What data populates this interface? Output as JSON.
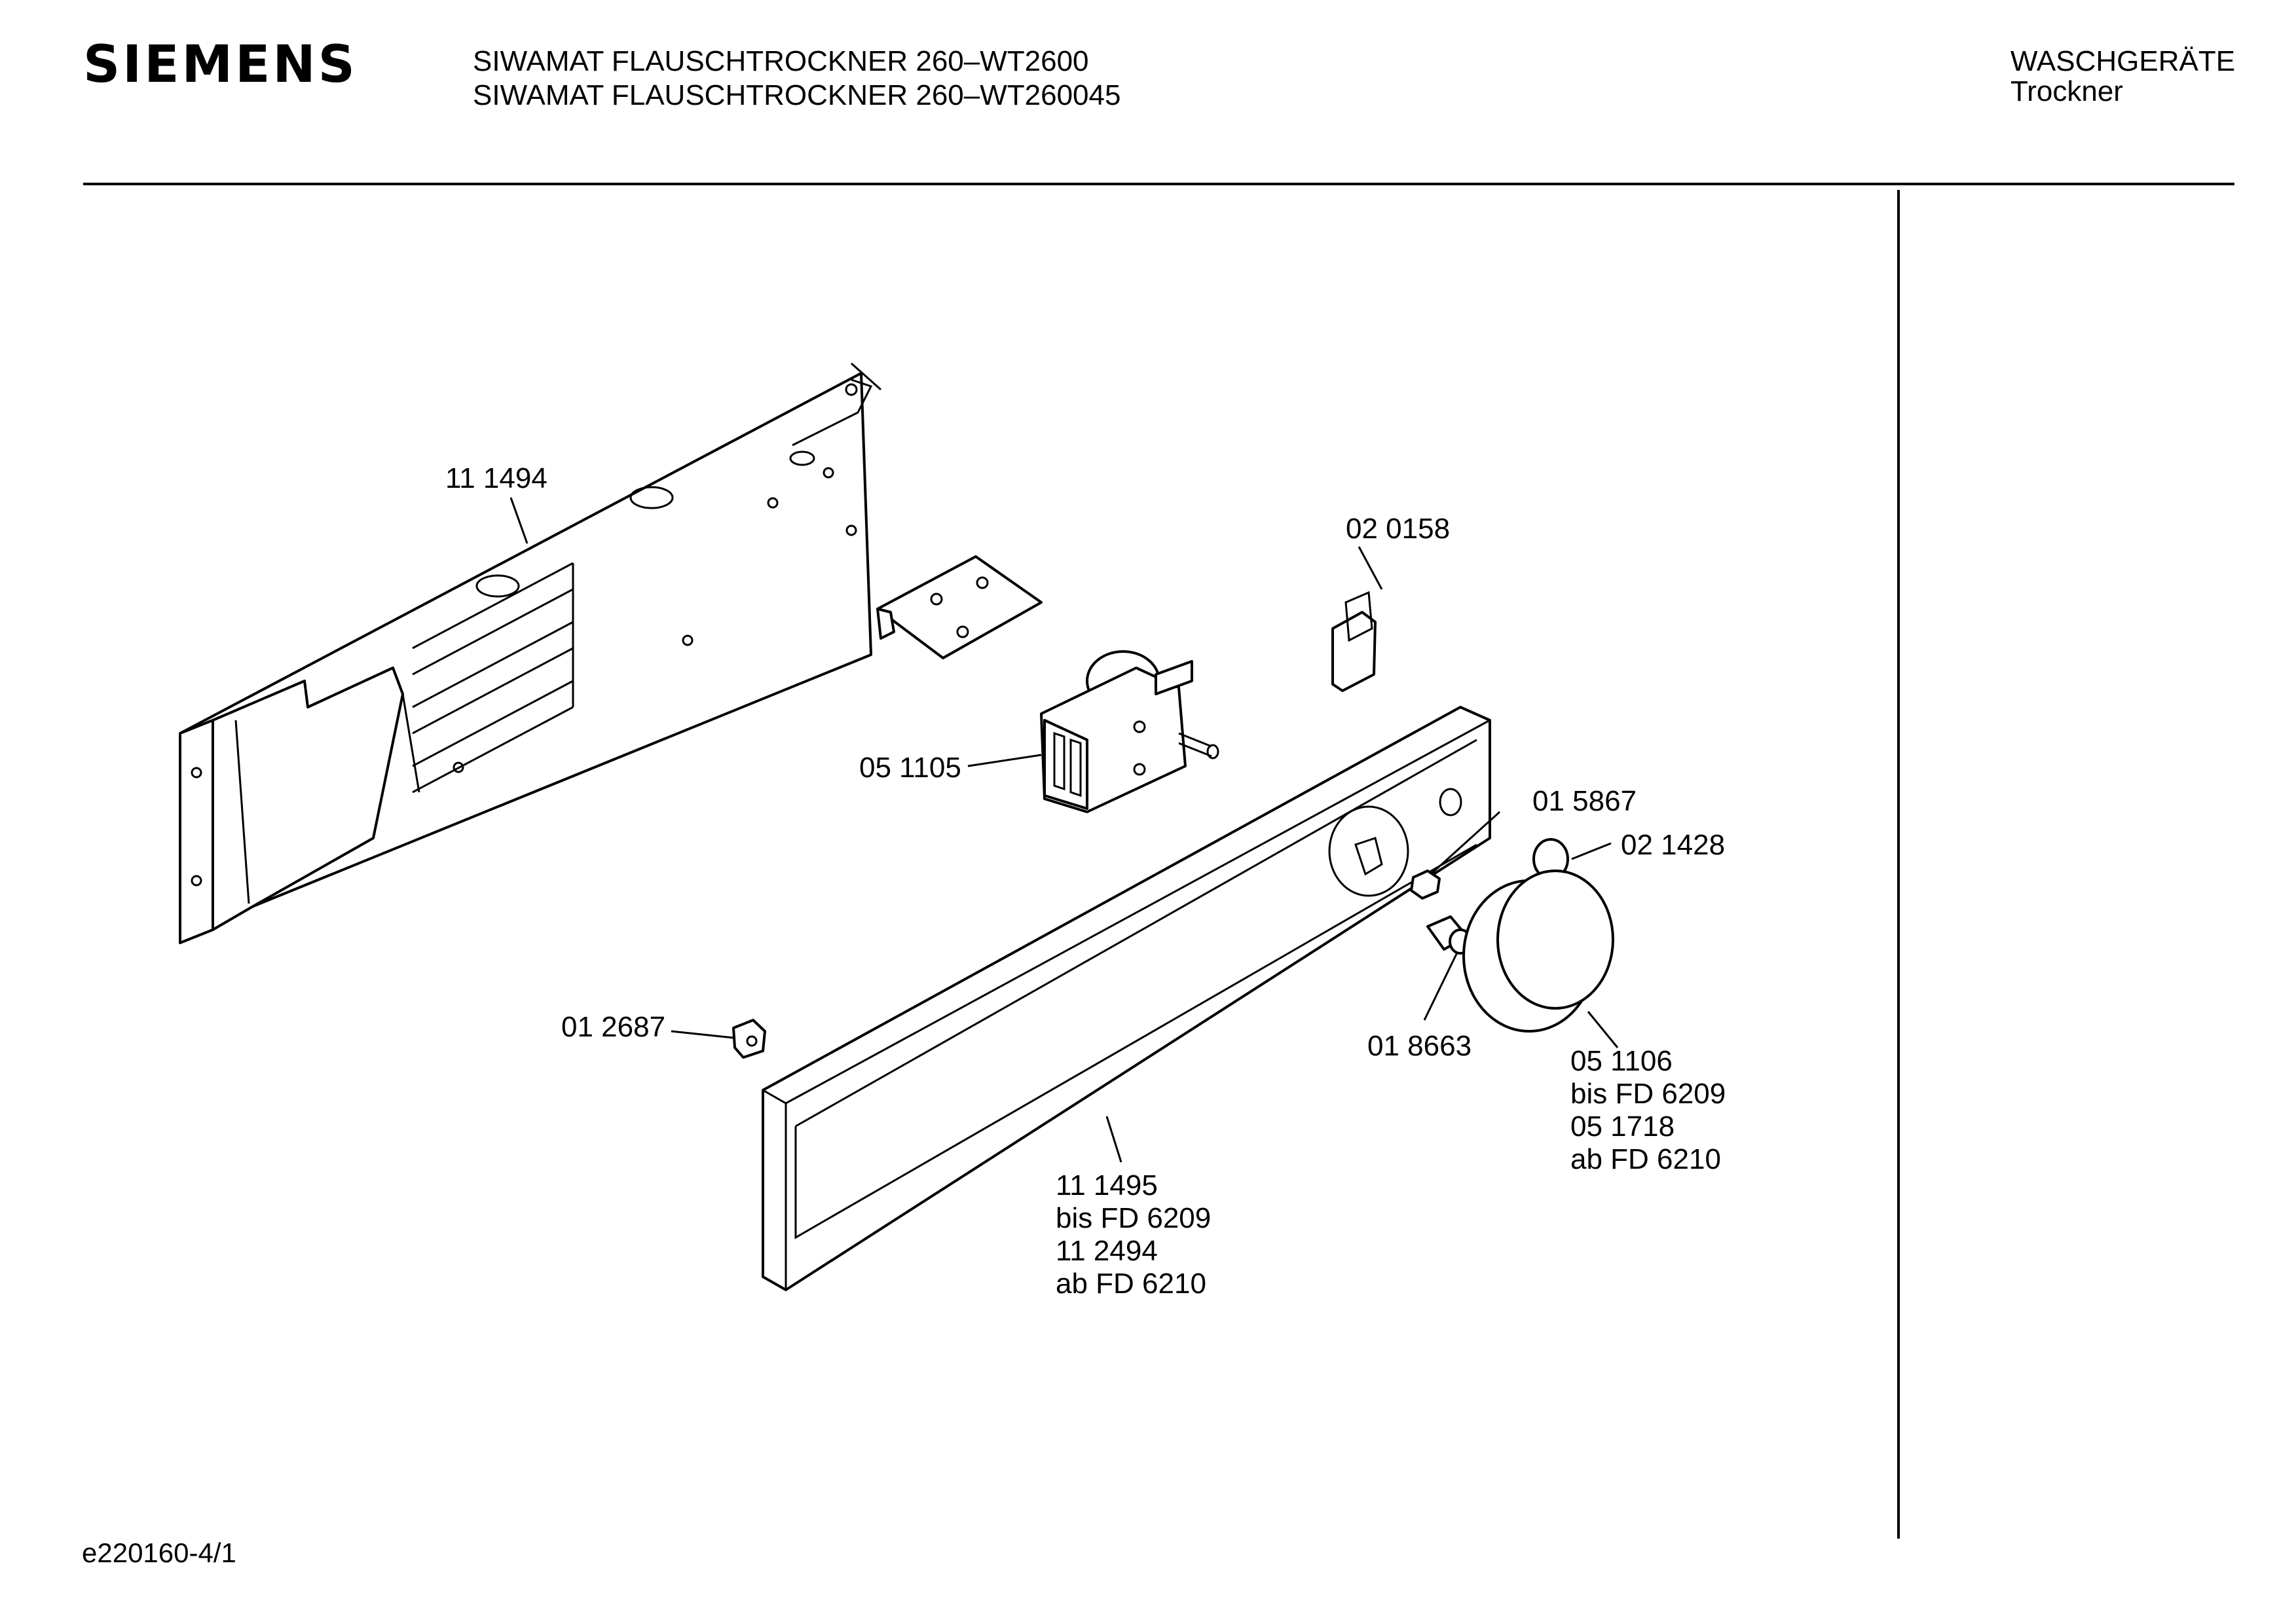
{
  "header": {
    "brand": "SIEMENS",
    "model_lines": [
      "SIWAMAT FLAUSCHTROCKNER 260–WT2600",
      "SIWAMAT FLAUSCHTROCKNER 260–WT260045"
    ],
    "category": "WASCHGERÄTE",
    "subcategory": "Trockner"
  },
  "footer": {
    "doc_code": "e220160-4/1"
  },
  "parts": {
    "p111494": [
      "11 1494"
    ],
    "p020158": [
      "02 0158"
    ],
    "p051105": [
      "05 1105"
    ],
    "p015867": [
      "01 5867"
    ],
    "p021428": [
      "02 1428"
    ],
    "p012687": [
      "01 2687"
    ],
    "p018663": [
      "01 8663"
    ],
    "p051106": [
      "05 1106",
      "bis FD 6209",
      "05 1718",
      "ab FD 6210"
    ],
    "p111495": [
      "11 1495",
      "bis FD 6209",
      "11 2494",
      "ab FD 6210"
    ]
  }
}
